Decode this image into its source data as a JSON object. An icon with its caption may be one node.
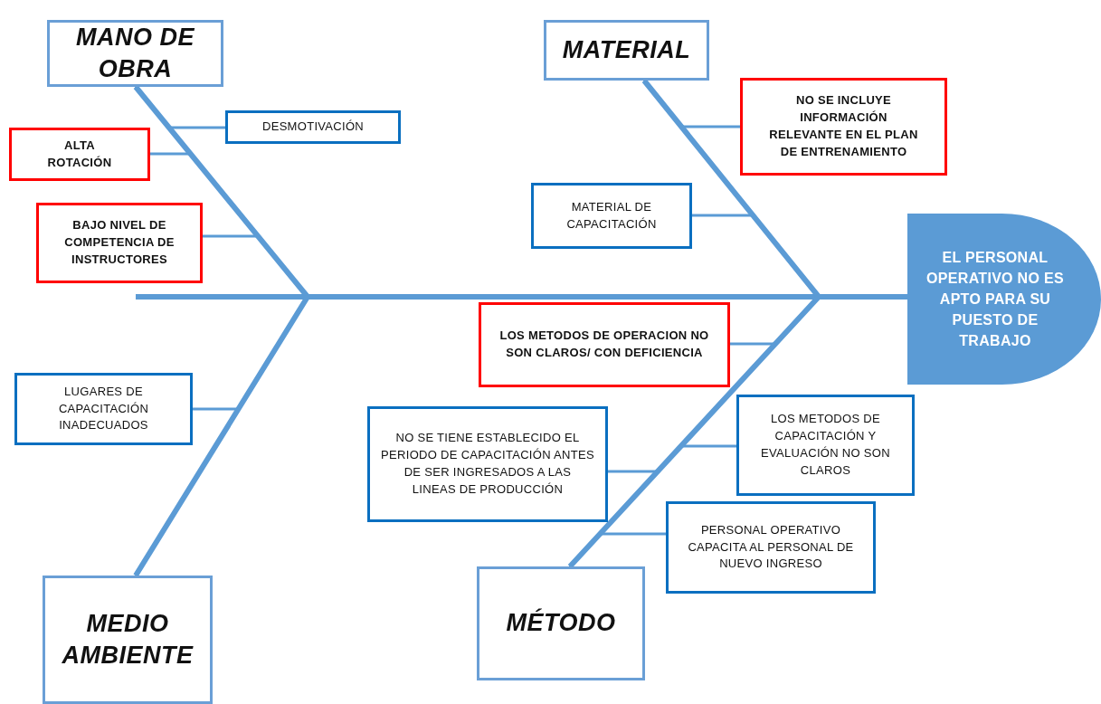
{
  "diagram": {
    "nodes": [
      {
        "text": [
          "MANO DE OBRA"
        ]
      },
      {
        "text": [
          "DESMOTIVACIÓN"
        ]
      },
      {
        "text": [
          "ALTA ROTACIÓN"
        ]
      },
      {
        "text": [
          "BAJO NIVEL DE COMPETENCIA DE INSTRUCTORES"
        ]
      },
      {
        "text": [
          "MATERIAL"
        ]
      },
      {
        "text": [
          "NO SE INCLUYE INFORMACIÓN RELEVANTE EN EL PLAN DE ENTRENAMIENTO"
        ]
      },
      {
        "text": [
          "MATERIAL DE CAPACITACIÓN"
        ]
      },
      {
        "text": [
          "EL PERSONAL OPERATIVO NO ES APTO PARA SU PUESTO DE TRABAJO"
        ]
      },
      {
        "text": [
          "LOS METODOS DE OPERACION NO SON CLAROS/ CON DEFICIENCIA"
        ]
      },
      {
        "text": [
          "LUGARES DE CAPACITACIÓN INADECUADOS"
        ]
      },
      {
        "text": [
          "NO SE TIENE ESTABLECIDO EL PERIODO DE CAPACITACIÓN ANTES DE SER INGRESADOS A LAS LINEAS DE PRODUCCIÓN"
        ]
      },
      {
        "text": [
          "LOS METODOS DE CAPACITACIÓN Y EVALUACIÓN NO SON CLAROS"
        ]
      },
      {
        "text": [
          "PERSONAL OPERATIVO CAPACITA AL PERSONAL DE NUEVO INGRESO"
        ]
      },
      {
        "text": [
          "MEDIO AMBIENTE"
        ]
      },
      {
        "text": [
          "MÉTODO"
        ]
      }
    ],
    "edges": [
      {
        "from": 0,
        "to": 7,
        "arrow": "none",
        "style": "thick"
      },
      {
        "from": 13,
        "to": 7,
        "arrow": "none",
        "style": "thick"
      },
      {
        "from": 4,
        "to": 7,
        "arrow": "none",
        "style": "thick"
      },
      {
        "from": 14,
        "to": 7,
        "arrow": "none",
        "style": "thick"
      },
      {
        "from": 1,
        "to": 0,
        "arrow": "none"
      },
      {
        "from": 2,
        "to": 0,
        "arrow": "none"
      },
      {
        "from": 3,
        "to": 0,
        "arrow": "none"
      },
      {
        "from": 9,
        "to": 13,
        "arrow": "none"
      },
      {
        "from": 5,
        "to": 4,
        "arrow": "none"
      },
      {
        "from": 6,
        "to": 4,
        "arrow": "none"
      },
      {
        "from": 8,
        "to": 14,
        "arrow": "none"
      },
      {
        "from": 10,
        "to": 14,
        "arrow": "none"
      },
      {
        "from": 11,
        "to": 14,
        "arrow": "none"
      },
      {
        "from": 12,
        "to": 14,
        "arrow": "none"
      }
    ]
  }
}
